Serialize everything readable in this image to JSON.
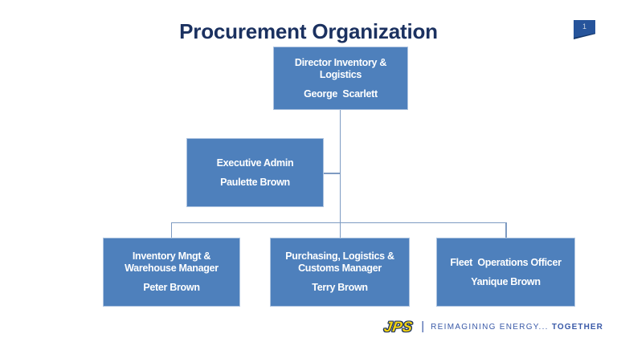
{
  "slide": {
    "title": "Procurement Organization",
    "page_number": "1"
  },
  "org_chart": {
    "nodes": [
      {
        "role": "Director Inventory & Logistics",
        "person": "George  Scarlett"
      },
      {
        "role": "Executive Admin",
        "person": "Paulette Brown"
      },
      {
        "role": "Inventory Mngt & Warehouse Manager",
        "person": "Peter Brown"
      },
      {
        "role": "Purchasing, Logistics & Customs Manager",
        "person": "Terry Brown"
      },
      {
        "role": "Fleet  Operations Officer",
        "person": "Yanique Brown"
      }
    ],
    "colors": {
      "node_fill": "#4E80BC",
      "node_border": "#AEC4E0",
      "node_text": "#FFFFFF",
      "connector": "#7E9BC2",
      "title_text": "#1B3160"
    }
  },
  "footer": {
    "logo": "JPS",
    "separator": "|",
    "tagline": "REIMAGINING ENERGY... ",
    "tagline_emphasis": "TOGETHER",
    "logo_color": "#F2D211",
    "text_color": "#3A5AA8"
  }
}
